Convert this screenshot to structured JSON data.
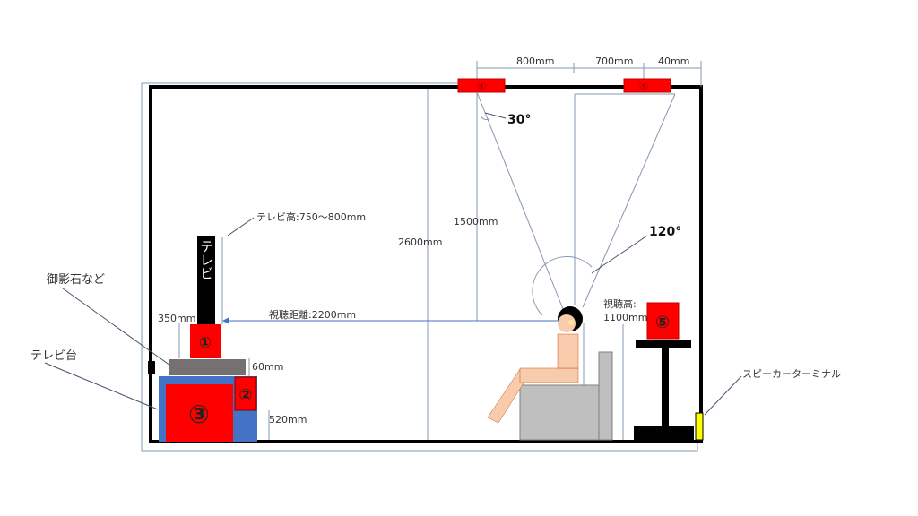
{
  "dimensions": {
    "speaker_spacing_1": "800mm",
    "speaker_spacing_2": "700mm",
    "speaker_wall_gap": "40mm",
    "ceiling_height": "2600mm",
    "speaker_drop": "1500mm",
    "tv_height": "テレビ高:750〜800mm",
    "viewing_distance": "視聴距離:2200mm",
    "tv_base_height": "350mm",
    "stone_thickness": "60mm",
    "stand_height": "520mm",
    "listening_height_label": "視聴高:",
    "listening_height_value": "1100mm"
  },
  "angles": {
    "speaker_angle": "30°",
    "listener_angle": "120°"
  },
  "labels": {
    "tv": "テレビ",
    "stone": "御影石など",
    "tv_stand": "テレビ台",
    "speaker_terminal": "スピーカーターミナル"
  },
  "markers": {
    "m1": "①",
    "m2": "②",
    "m3": "③",
    "m4": "④",
    "m5": "⑤"
  },
  "colors": {
    "red": "#ff0000",
    "blue": "#4472c4",
    "gray": "#767171",
    "skin": "#f8cbad",
    "sofa": "#bfbfbf",
    "line": "#44546a"
  }
}
